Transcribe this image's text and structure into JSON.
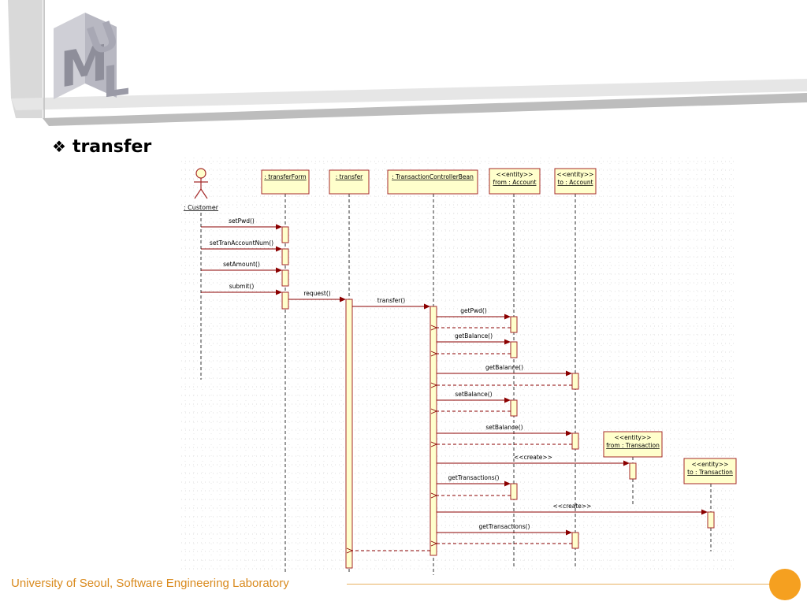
{
  "slide": {
    "title": "transfer",
    "bullet": "❖",
    "logo_letters": "UML",
    "footer": "University of Seoul, Software Engineering Laboratory"
  },
  "diagram": {
    "actor": {
      "id": "customer",
      "label": ": Customer"
    },
    "participants": [
      {
        "id": "form",
        "lines": [
          ": transferForm"
        ]
      },
      {
        "id": "transfer",
        "lines": [
          ": transfer"
        ]
      },
      {
        "id": "bean",
        "lines": [
          ": TransactionControllerBean"
        ]
      },
      {
        "id": "fromAcc",
        "lines": [
          "<<entity>>",
          "from : Account"
        ]
      },
      {
        "id": "toAcc",
        "lines": [
          "<<entity>>",
          "to : Account"
        ]
      },
      {
        "id": "fromTx",
        "lines": [
          "<<entity>>",
          "from : Transaction"
        ]
      },
      {
        "id": "toTx",
        "lines": [
          "<<entity>>",
          "to : Transaction"
        ]
      }
    ],
    "messages": [
      {
        "from": "customer",
        "to": "form",
        "label": "setPwd()"
      },
      {
        "from": "customer",
        "to": "form",
        "label": "setTranAccountNum()"
      },
      {
        "from": "customer",
        "to": "form",
        "label": "setAmount()"
      },
      {
        "from": "customer",
        "to": "form",
        "label": "submit()"
      },
      {
        "from": "form",
        "to": "transfer",
        "label": "request()"
      },
      {
        "from": "transfer",
        "to": "bean",
        "label": "transfer()"
      },
      {
        "from": "bean",
        "to": "fromAcc",
        "label": "getPwd()"
      },
      {
        "from": "fromAcc",
        "to": "bean",
        "label": "",
        "return": true
      },
      {
        "from": "bean",
        "to": "fromAcc",
        "label": "getBalance()"
      },
      {
        "from": "fromAcc",
        "to": "bean",
        "label": "",
        "return": true
      },
      {
        "from": "bean",
        "to": "toAcc",
        "label": "getBalance()"
      },
      {
        "from": "toAcc",
        "to": "bean",
        "label": "",
        "return": true
      },
      {
        "from": "bean",
        "to": "fromAcc",
        "label": "setBalance()"
      },
      {
        "from": "fromAcc",
        "to": "bean",
        "label": "",
        "return": true
      },
      {
        "from": "bean",
        "to": "toAcc",
        "label": "setBalance()"
      },
      {
        "from": "toAcc",
        "to": "bean",
        "label": "",
        "return": true
      },
      {
        "from": "bean",
        "to": "fromTx",
        "label": "<<create>>"
      },
      {
        "from": "bean",
        "to": "fromAcc",
        "label": "getTransactions()"
      },
      {
        "from": "fromAcc",
        "to": "bean",
        "label": "",
        "return": true
      },
      {
        "from": "bean",
        "to": "toTx",
        "label": "<<create>>"
      },
      {
        "from": "bean",
        "to": "toAcc",
        "label": "getTransactions()"
      },
      {
        "from": "toAcc",
        "to": "bean",
        "label": "",
        "return": true
      },
      {
        "from": "bean",
        "to": "transfer",
        "label": "",
        "return": true
      }
    ],
    "colors": {
      "box_fill": "#ffffcc",
      "box_stroke": "#a52a2a",
      "message": "#8b0000",
      "lifeline": "#333333"
    }
  }
}
